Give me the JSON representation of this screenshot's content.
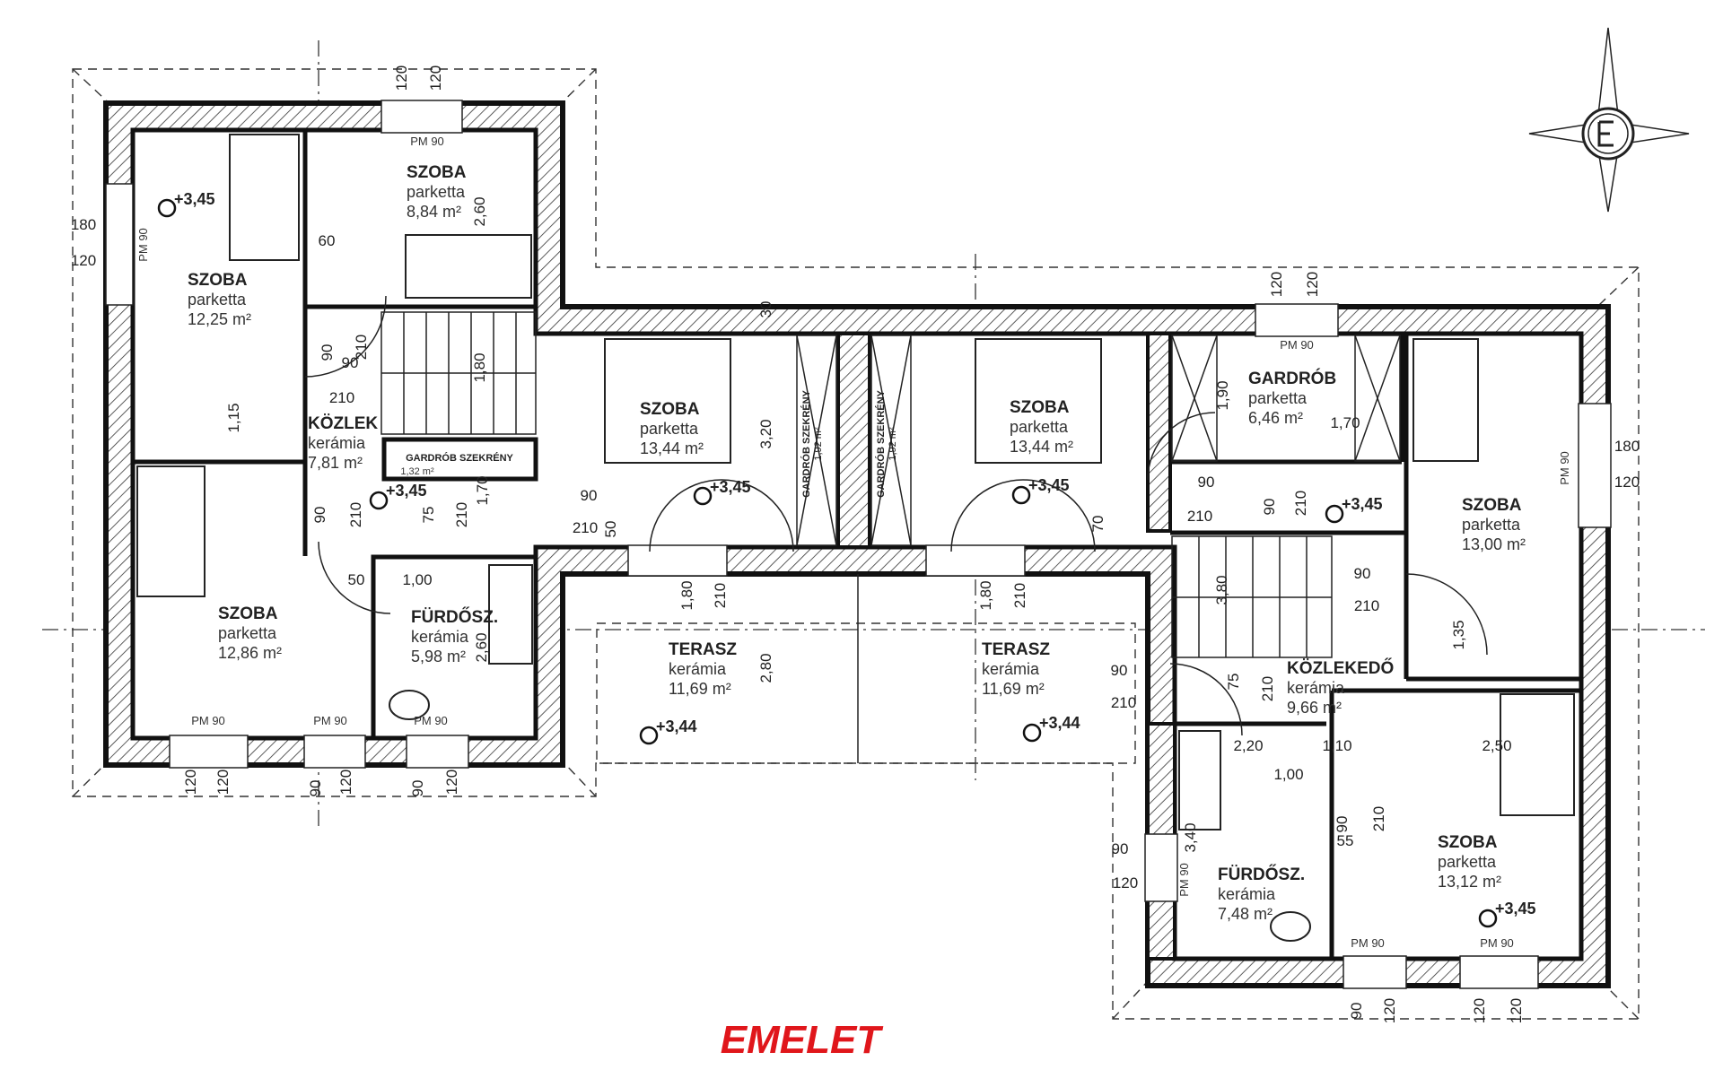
{
  "title": "EMELET",
  "rooms": [
    {
      "name": "SZOBA",
      "material": "parketta",
      "area": "12,25 m²"
    },
    {
      "name": "SZOBA",
      "material": "parketta",
      "area": "8,84 m²"
    },
    {
      "name": "KÖZLEK",
      "material": "kerámia",
      "area": "7,81 m²"
    },
    {
      "name": "GARDRÓB SZEKRÉNY",
      "material": "",
      "area": "1,32 m²"
    },
    {
      "name": "SZOBA",
      "material": "parketta",
      "area": "12,86 m²"
    },
    {
      "name": "FÜRDŐSZ.",
      "material": "kerámia",
      "area": "5,98 m²"
    },
    {
      "name": "SZOBA",
      "material": "parketta",
      "area": "13,44 m²"
    },
    {
      "name": "SZOBA",
      "material": "parketta",
      "area": "13,44 m²"
    },
    {
      "name": "GARDRÓB SZEKRÉNY",
      "material": "",
      "area": "1,92 m²"
    },
    {
      "name": "GARDRÓB SZEKRÉNY",
      "material": "",
      "area": "1,92 m²"
    },
    {
      "name": "TERASZ",
      "material": "kerámia",
      "area": "11,69 m²"
    },
    {
      "name": "TERASZ",
      "material": "kerámia",
      "area": "11,69 m²"
    },
    {
      "name": "GARDRÓB",
      "material": "parketta",
      "area": "6,46 m²"
    },
    {
      "name": "SZOBA",
      "material": "parketta",
      "area": "13,00 m²"
    },
    {
      "name": "KÖZLEKEDŐ",
      "material": "kerámia",
      "area": "9,66 m²"
    },
    {
      "name": "FÜRDŐSZ.",
      "material": "kerámia",
      "area": "7,48 m²"
    },
    {
      "name": "SZOBA",
      "material": "parketta",
      "area": "13,12 m²"
    }
  ],
  "elevations": [
    "+3,45",
    "+3,45",
    "+3,45",
    "+3,45",
    "+3,45",
    "+3,45",
    "+3,44",
    "+3,44"
  ],
  "dims": [
    "120",
    "120",
    "PM 90",
    "180",
    "120",
    "PM 90",
    "60",
    "2,60",
    "90",
    "90",
    "210",
    "1,80",
    "210",
    "1,15",
    "90",
    "210",
    "75",
    "210",
    "1,70",
    "90",
    "210",
    "50",
    "50",
    "1,00",
    "2,60",
    "PM 90",
    "PM 90",
    "PM 90",
    "120",
    "120",
    "90",
    "120",
    "90",
    "120",
    "30",
    "3,20",
    "1,80",
    "210",
    "2,80",
    "1,80",
    "210",
    "70",
    "120",
    "120",
    "PM 90",
    "1,90",
    "1,70",
    "90",
    "210",
    "90",
    "210",
    "180",
    "120",
    "PM 90",
    "90",
    "210",
    "1,35",
    "3,80",
    "75",
    "210",
    "90",
    "210",
    "2,20",
    "1,10",
    "2,50",
    "1,00",
    "3,40",
    "90",
    "55",
    "210",
    "90",
    "120",
    "PM 90",
    "PM 90",
    "PM 90",
    "90",
    "120",
    "120",
    "120"
  ],
  "compass": {
    "icon": "north-arrow-compass-icon"
  },
  "colors": {
    "title": "#e0161b",
    "wall": "#111111"
  }
}
